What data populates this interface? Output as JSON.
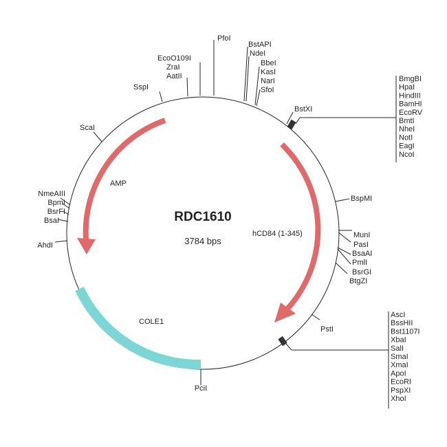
{
  "plasmid": {
    "name": "RDC1610",
    "size": "3784 bps"
  },
  "features": {
    "amp": "AMP",
    "hcd84": "hCD84 (1-345)",
    "cole1": "COLE1"
  },
  "colors": {
    "amp": "#e06a6a",
    "hcd84": "#e06a6a",
    "cole1": "#7dd6d6"
  },
  "sites": {
    "top": [
      "SspI",
      "EcoO109I",
      "ZraI",
      "AatII",
      "PfoI",
      "BstAPI",
      "NdeI",
      "BbeI",
      "KasI",
      "NarI",
      "SfoI",
      "BstXI"
    ],
    "mcs1": [
      "BmgBI",
      "HpaI",
      "HindIII",
      "BamHI",
      "EcoRV",
      "BmtI",
      "NheI",
      "NotI",
      "EagI",
      "NcoI"
    ],
    "right": [
      "BspMI",
      "MunI",
      "PasI",
      "BsaAI",
      "PmlI",
      "BsrGI",
      "BtgZI",
      "PstI"
    ],
    "mcs2": [
      "AscI",
      "BssHII",
      "Bst1107I",
      "XbaI",
      "SalI",
      "SmaI",
      "XmaI",
      "ApoI",
      "EcoRI",
      "PspXI",
      "XhoI"
    ],
    "left": [
      "ScaI",
      "NmeAIII",
      "BpmI",
      "BsrFI",
      "BsaI",
      "AhdI",
      "PciI"
    ]
  }
}
